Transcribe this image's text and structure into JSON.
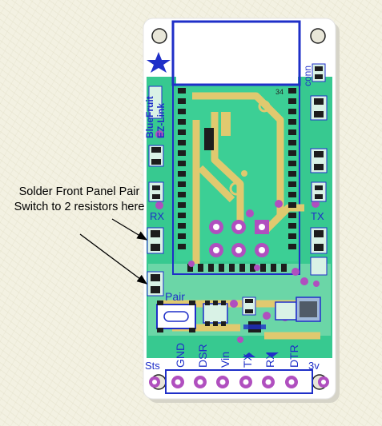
{
  "board": {
    "name_line1": "BlueFruit",
    "name_line2": "EZ-Link",
    "conn_label": "conn",
    "module_pin_label": "34",
    "rx_label": "RX",
    "tx_label": "TX",
    "pair_label": "Pair",
    "sts_label": "Sts",
    "v3_label": "3v",
    "header_pins": [
      "GND",
      "DSR",
      "Vin",
      "TX",
      "RX",
      "DTR"
    ]
  },
  "callout": {
    "text": "Solder Front Panel Pair Switch to 2 resistors here"
  },
  "colors": {
    "board": "#ffffff",
    "module": "#39cc93",
    "trace": "#e0c96f",
    "silk_blue": "#1f2fc8",
    "pad": "#b04fbf",
    "smd_pad": "#1d1d1d"
  }
}
